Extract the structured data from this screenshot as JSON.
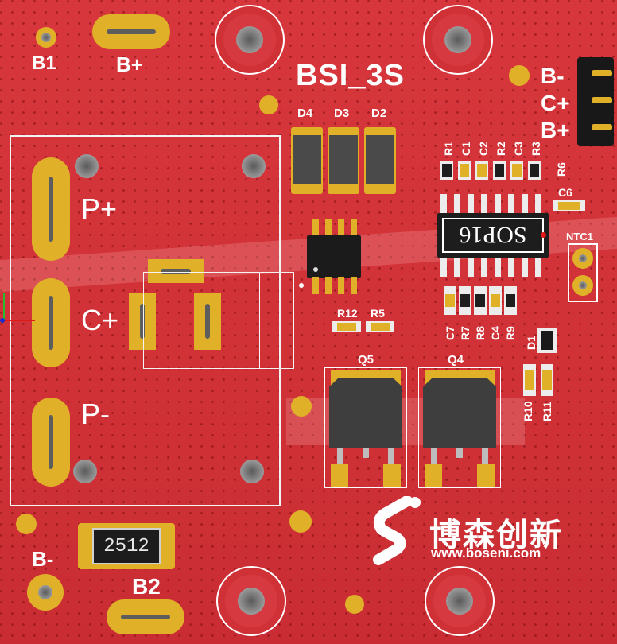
{
  "board": {
    "title": "BSI_3S",
    "connector_labels": [
      "B-",
      "C+",
      "B+"
    ],
    "pad_labels": {
      "b1": "B1",
      "b_plus_top": "B+",
      "p_plus": "P+",
      "c_plus": "C+",
      "p_minus": "P-",
      "b_minus": "B-",
      "b2": "B2"
    },
    "diodes": [
      "D4",
      "D3",
      "D2"
    ],
    "resistor_top_row": [
      "R1",
      "C1",
      "C2",
      "R2",
      "C3",
      "R3"
    ],
    "r6": "R6",
    "c6": "C6",
    "ic_label": "SOP16",
    "ntc": "NTC1",
    "mid_row": [
      "C7",
      "R7",
      "R8",
      "C4",
      "R9"
    ],
    "r12": "R12",
    "r5": "R5",
    "d1": "D1",
    "r10": "R10",
    "r11": "R11",
    "mosfets": [
      "Q5",
      "Q4"
    ],
    "shunt_value": "2512",
    "brand_name": "博森创新",
    "brand_url": "www.boseni.com",
    "colors": {
      "board": "#d33338",
      "pad": "#e0b128",
      "silk": "#ffffff",
      "chip": "#1b1b1b"
    }
  }
}
